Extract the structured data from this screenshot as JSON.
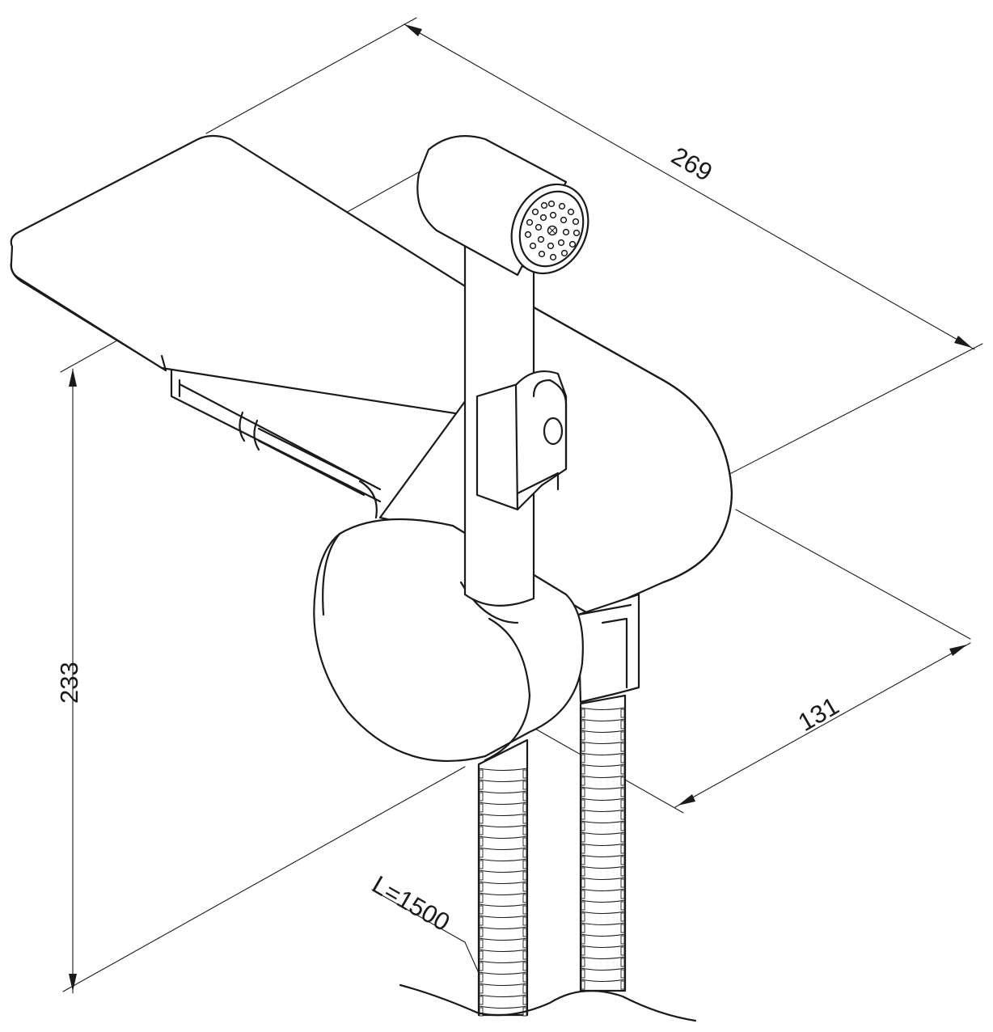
{
  "dimensions": {
    "width_label": "269",
    "height_label": "233",
    "depth_label": "131",
    "hose_length_label": "L=1500"
  }
}
